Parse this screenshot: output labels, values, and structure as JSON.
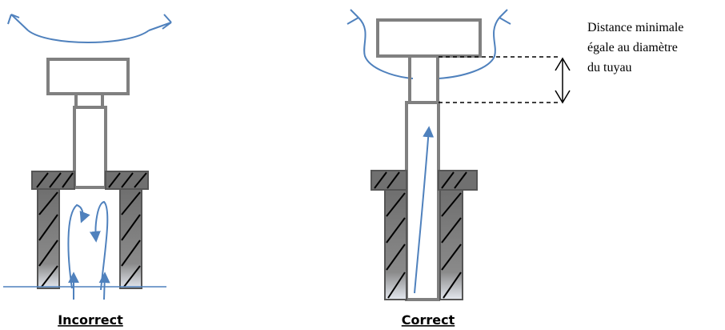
{
  "diagrams": [
    {
      "caption": "Incorrect"
    },
    {
      "caption": "Correct"
    }
  ],
  "annotation": {
    "line1": "Distance minimale",
    "line2": "égale au diamètre",
    "line3": "du tuyau"
  },
  "colors": {
    "flow": "#4f81bd",
    "structure": "#808080",
    "wall_dark": "#707070",
    "wall_light": "#dfe3ea"
  }
}
